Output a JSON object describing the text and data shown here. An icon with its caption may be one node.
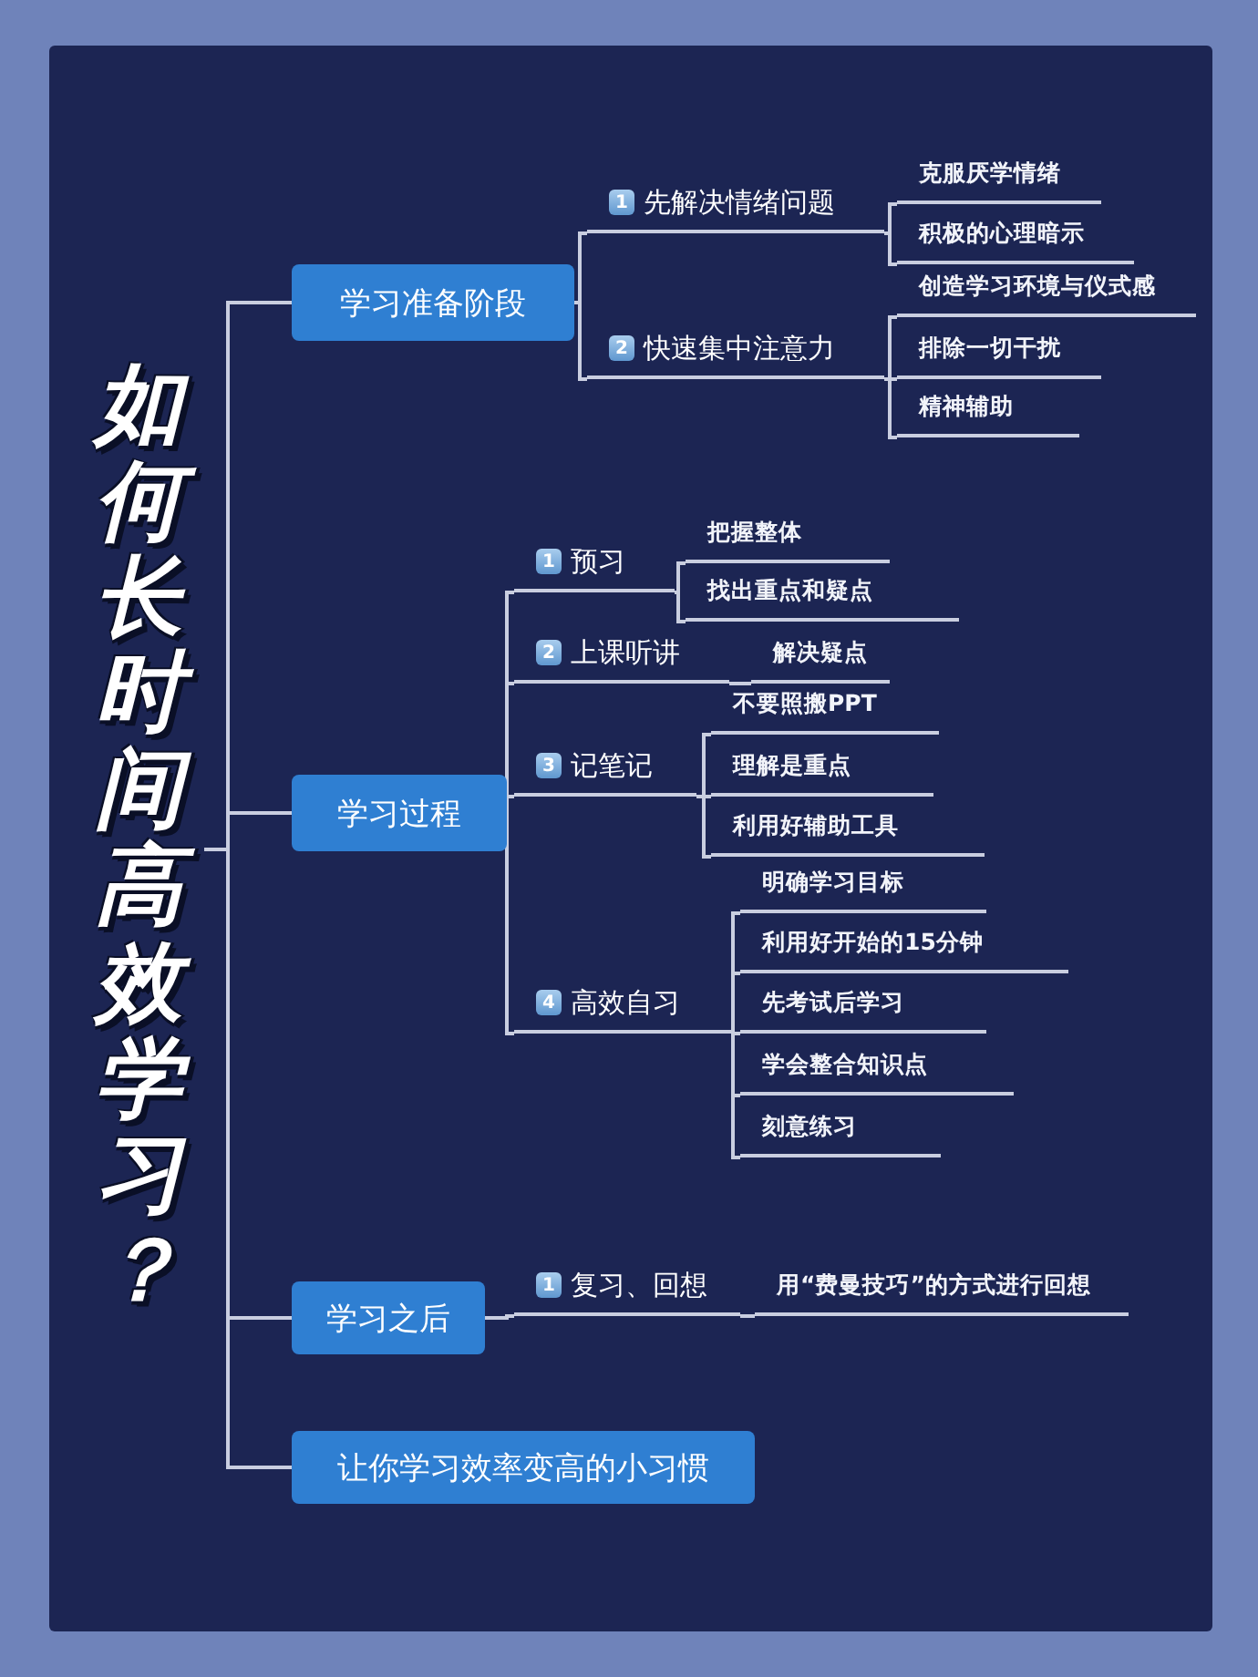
{
  "diagram": {
    "nodes": [
      {
        "text": [
          "如何长时间高效学习？"
        ]
      },
      {
        "text": [
          "学习准备阶段"
        ]
      },
      {
        "text": [
          "1",
          "先解决情绪问题"
        ]
      },
      {
        "text": [
          "克服厌学情绪"
        ]
      },
      {
        "text": [
          "积极的心理暗示"
        ]
      },
      {
        "text": [
          "2",
          "快速集中注意力"
        ]
      },
      {
        "text": [
          "创造学习环境与仪式感"
        ]
      },
      {
        "text": [
          "排除一切干扰"
        ]
      },
      {
        "text": [
          "精神辅助"
        ]
      },
      {
        "text": [
          "学习过程"
        ]
      },
      {
        "text": [
          "1",
          "预习"
        ]
      },
      {
        "text": [
          "把握整体"
        ]
      },
      {
        "text": [
          "找出重点和疑点"
        ]
      },
      {
        "text": [
          "2",
          "上课听讲"
        ]
      },
      {
        "text": [
          "解决疑点"
        ]
      },
      {
        "text": [
          "3",
          "记笔记"
        ]
      },
      {
        "text": [
          "不要照搬PPT"
        ]
      },
      {
        "text": [
          "理解是重点"
        ]
      },
      {
        "text": [
          "利用好辅助工具"
        ]
      },
      {
        "text": [
          "4",
          "高效自习"
        ]
      },
      {
        "text": [
          "明确学习目标"
        ]
      },
      {
        "text": [
          "利用好开始的15分钟"
        ]
      },
      {
        "text": [
          "先考试后学习"
        ]
      },
      {
        "text": [
          "学会整合知识点"
        ]
      },
      {
        "text": [
          "刻意练习"
        ]
      },
      {
        "text": [
          "学习之后"
        ]
      },
      {
        "text": [
          "1",
          "复习、回想"
        ]
      },
      {
        "text": [
          "用“费曼技巧”的方式进行回想"
        ]
      },
      {
        "text": [
          "让你学习效率变高的小习惯"
        ]
      }
    ],
    "edges": [
      {
        "from": 0,
        "to": 1,
        "arrow": "none"
      },
      {
        "from": 1,
        "to": 2,
        "arrow": "none"
      },
      {
        "from": 2,
        "to": 3,
        "arrow": "none"
      },
      {
        "from": 2,
        "to": 4,
        "arrow": "none"
      },
      {
        "from": 1,
        "to": 5,
        "arrow": "none"
      },
      {
        "from": 5,
        "to": 6,
        "arrow": "none"
      },
      {
        "from": 5,
        "to": 7,
        "arrow": "none"
      },
      {
        "from": 5,
        "to": 8,
        "arrow": "none"
      },
      {
        "from": 0,
        "to": 9,
        "arrow": "none"
      },
      {
        "from": 9,
        "to": 10,
        "arrow": "none"
      },
      {
        "from": 10,
        "to": 11,
        "arrow": "none"
      },
      {
        "from": 10,
        "to": 12,
        "arrow": "none"
      },
      {
        "from": 9,
        "to": 13,
        "arrow": "none"
      },
      {
        "from": 13,
        "to": 14,
        "arrow": "none"
      },
      {
        "from": 9,
        "to": 15,
        "arrow": "none"
      },
      {
        "from": 15,
        "to": 16,
        "arrow": "none"
      },
      {
        "from": 15,
        "to": 17,
        "arrow": "none"
      },
      {
        "from": 15,
        "to": 18,
        "arrow": "none"
      },
      {
        "from": 9,
        "to": 19,
        "arrow": "none"
      },
      {
        "from": 19,
        "to": 20,
        "arrow": "none"
      },
      {
        "from": 19,
        "to": 21,
        "arrow": "none"
      },
      {
        "from": 19,
        "to": 22,
        "arrow": "none"
      },
      {
        "from": 19,
        "to": 23,
        "arrow": "none"
      },
      {
        "from": 19,
        "to": 24,
        "arrow": "none"
      },
      {
        "from": 0,
        "to": 25,
        "arrow": "none"
      },
      {
        "from": 25,
        "to": 26,
        "arrow": "none"
      },
      {
        "from": 26,
        "to": 27,
        "arrow": "none"
      },
      {
        "from": 0,
        "to": 28,
        "arrow": "none"
      }
    ]
  }
}
